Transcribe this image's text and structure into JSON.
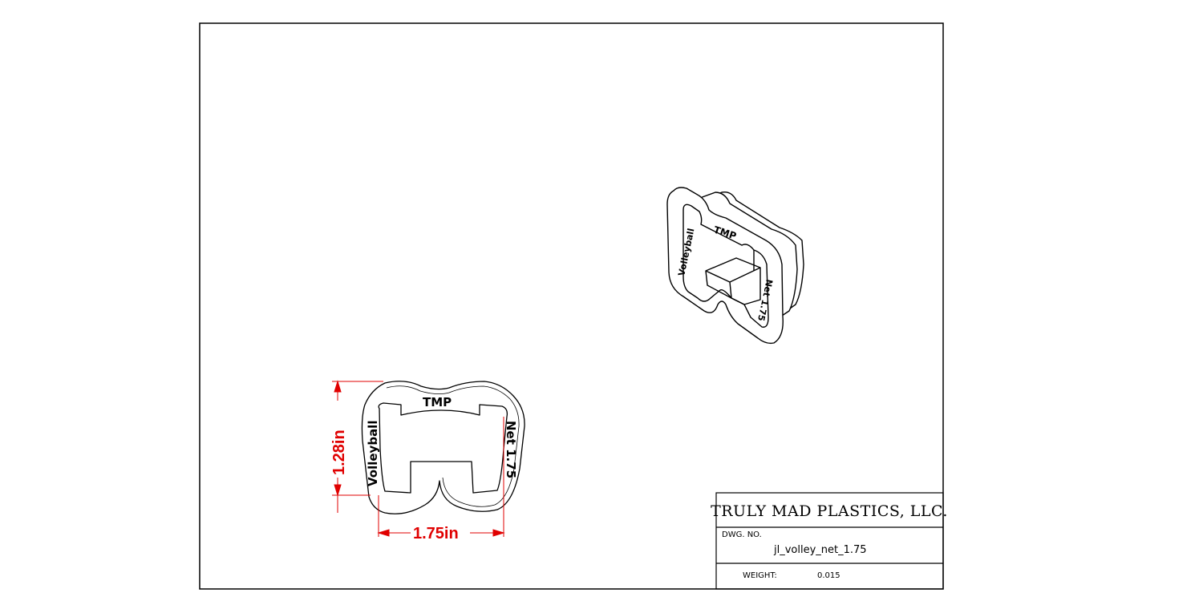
{
  "title_block": {
    "company": "TRULY MAD PLASTICS, LLC.",
    "dwg_no_label": "DWG.  NO.",
    "dwg_no": "jl_volley_net_1.75",
    "weight_label": "WEIGHT:",
    "weight": "0.015"
  },
  "part_labels": {
    "top": "TMP",
    "left": "Volleyball",
    "right": "Net 1.75"
  },
  "dimensions": {
    "height": "1.28in",
    "width": "1.75in"
  },
  "colors": {
    "line": "#000000",
    "dimension": "#e00000",
    "background": "#ffffff"
  }
}
